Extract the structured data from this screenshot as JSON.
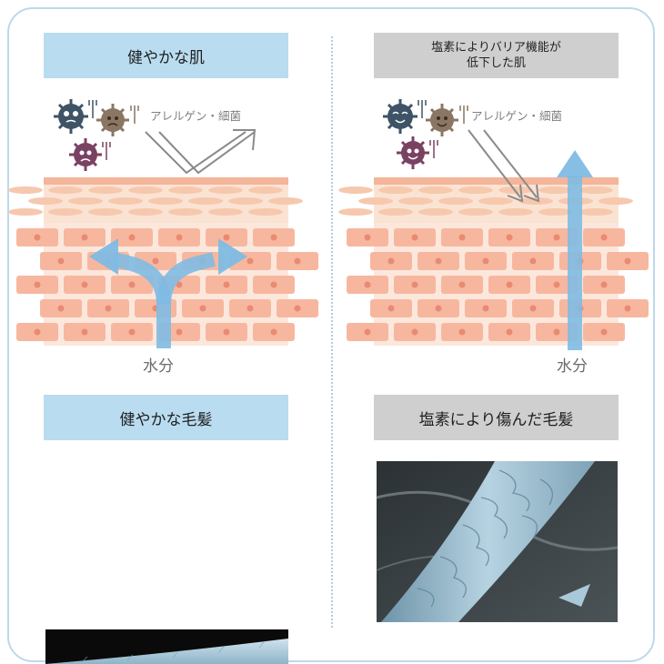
{
  "left_panel": {
    "skin_title": "健やかな肌",
    "allergen_label": "アレルゲン・細菌",
    "water_label": "水分",
    "hair_title": "健やかな毛髪"
  },
  "right_panel": {
    "skin_title_line1": "塩素によりバリア機能が",
    "skin_title_line2": "低下した肌",
    "allergen_label": "アレルゲン・細菌",
    "water_label": "水分",
    "hair_title": "塩素により傷んだ毛髪"
  },
  "colors": {
    "blue_banner": "#b9dcf1",
    "gray_banner": "#cfcfcf",
    "card_border": "#bcd9ea",
    "skin_top": "#f6c8ad",
    "skin_cell": "#f7b79f",
    "water_arrow": "#7fbbe3",
    "allergen_arrow": "#8a8a8a",
    "hair_blue": "#9fc6dc"
  },
  "icons": [
    "germ-dark-icon",
    "germ-brown-icon",
    "germ-purple-icon"
  ]
}
